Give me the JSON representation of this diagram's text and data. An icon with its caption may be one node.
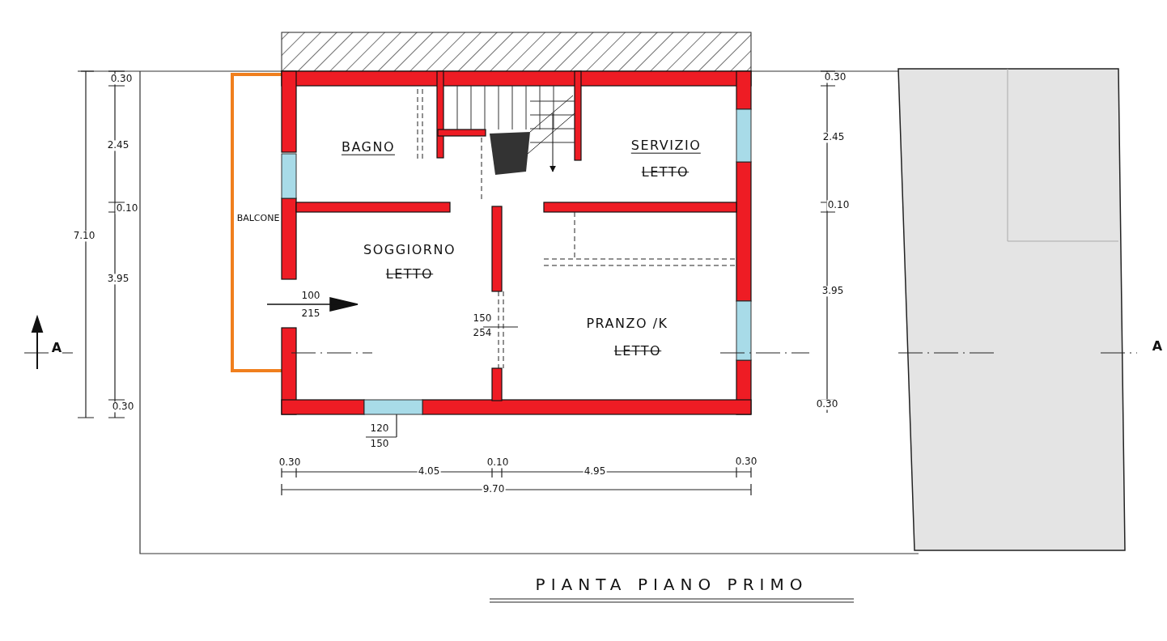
{
  "diagram": {
    "title": "PIANTA PIANO PRIMO",
    "nodes": [
      {
        "text": [
          "BAGNO"
        ]
      },
      {
        "text": [
          "SERVIZIO",
          "LETTO"
        ]
      },
      {
        "text": [
          "BALCONE"
        ]
      },
      {
        "text": [
          "SOGGIORNO",
          "LETTO"
        ]
      },
      {
        "text": [
          "PRANZO /K",
          "LETTO"
        ]
      }
    ],
    "labels": [
      "0.30",
      "0.30",
      "7.10",
      "2.45",
      "2.45",
      "0.10",
      "0.10",
      "3.95",
      "3.95",
      "100",
      "215",
      "150",
      "254",
      "A",
      "A",
      "0.30",
      "0.30",
      "120",
      "150",
      "0.30",
      "0.10",
      "0.30",
      "4.05",
      "4.95",
      "9.70"
    ]
  }
}
